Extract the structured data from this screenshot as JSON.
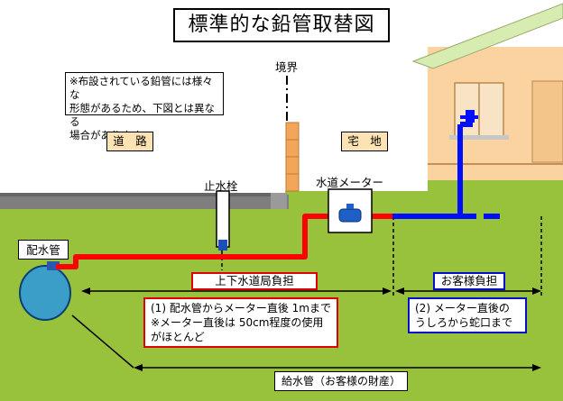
{
  "title": "標準的な鉛管取替図",
  "note": "※布設されている鉛管には様々な\n形態があるため、下図とは異なる\n場合があります。",
  "labels": {
    "boundary": "境界",
    "road": "道　路",
    "home": "宅　地",
    "stopcock": "止水栓",
    "meter": "水道メーター",
    "main_pipe": "配水管"
  },
  "burden": {
    "city": "上下水道局負担",
    "customer": "お客様負担"
  },
  "ranges": {
    "city": "(1) 配水管からメーター直後 1mまで\n※メーター直後は 50cm程度の使用\nがほとんど",
    "customer": "(2) メーター直後の\nうしろから蛇口まで"
  },
  "supply": "給水管（お客様の財産）",
  "colors": {
    "ground": "#99c23c",
    "road": "#7e7e7e",
    "city_pipe": "#ff0000",
    "customer_pipe": "#0010ff",
    "house_wall": "#fbd3a0",
    "roof": "#cfe8a0"
  }
}
